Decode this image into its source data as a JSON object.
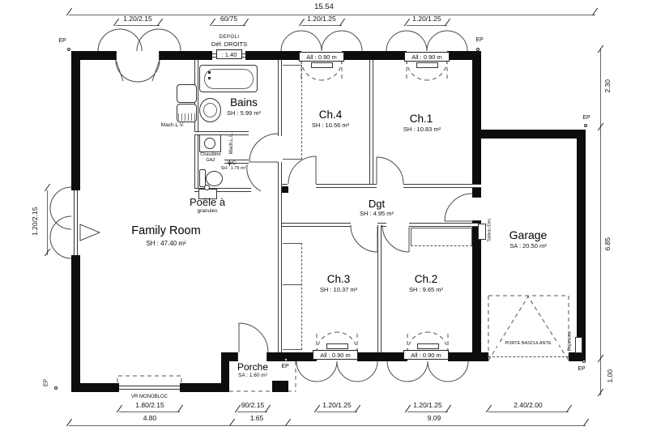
{
  "dims": {
    "top_total": "15.54",
    "top": [
      "1.20/2.15",
      "60/75",
      "1.20/1.25",
      "1.20/1.25"
    ],
    "right": [
      "2.30",
      "6.85",
      "1.00"
    ],
    "left_window": "1.20/2.15",
    "bottom_windows": [
      "1.80/2.15",
      "90/2.15",
      "1.20/1.25",
      "1.20/1.25",
      "2.40/2.00"
    ],
    "bottom_totals": [
      "4.80",
      "1.65",
      "9.09"
    ]
  },
  "rooms": {
    "family": {
      "name": "Family Room",
      "area": "SH : 47.40 m²"
    },
    "bains": {
      "name": "Bains",
      "area": "SH : 5.99 m²"
    },
    "wc": {
      "name": "WC",
      "area": "SH : 1.79 m²"
    },
    "ch1": {
      "name": "Ch.1",
      "area": "SH : 10.83 m²"
    },
    "ch2": {
      "name": "Ch.2",
      "area": "SH : 9.65 m²"
    },
    "ch3": {
      "name": "Ch.3",
      "area": "SH : 10.37 m²"
    },
    "ch4": {
      "name": "Ch.4",
      "area": "SH : 10.56 m²"
    },
    "dgt": {
      "name": "Dgt",
      "area": "SH : 4.95 m²"
    },
    "garage": {
      "name": "Garage",
      "area": "SA : 20.50 m²"
    },
    "porche": {
      "name": "Porche",
      "area": "SA : 1.60 m²"
    }
  },
  "labels": {
    "ep": "EP",
    "allege": "All : 0.90 m",
    "depoli_1": "DEPOLI",
    "depoli_2": "Déf. DROITS",
    "depoli_h": ": 1.40",
    "mach_lv": "Mach.L.V.",
    "mach_ll": "Mach.L.L.",
    "chaudiere_1": "Chaudière",
    "chaudiere_2": "GAZ",
    "poele_1": "Poêle à",
    "poele_2": "granules",
    "vr_monobloc": "VR MONOBLOC",
    "porte_basculante": "PORTE BASCULANTE",
    "tableau_elec": "Tableau Elec.",
    "disjoncteur": "Disjoncteur"
  }
}
